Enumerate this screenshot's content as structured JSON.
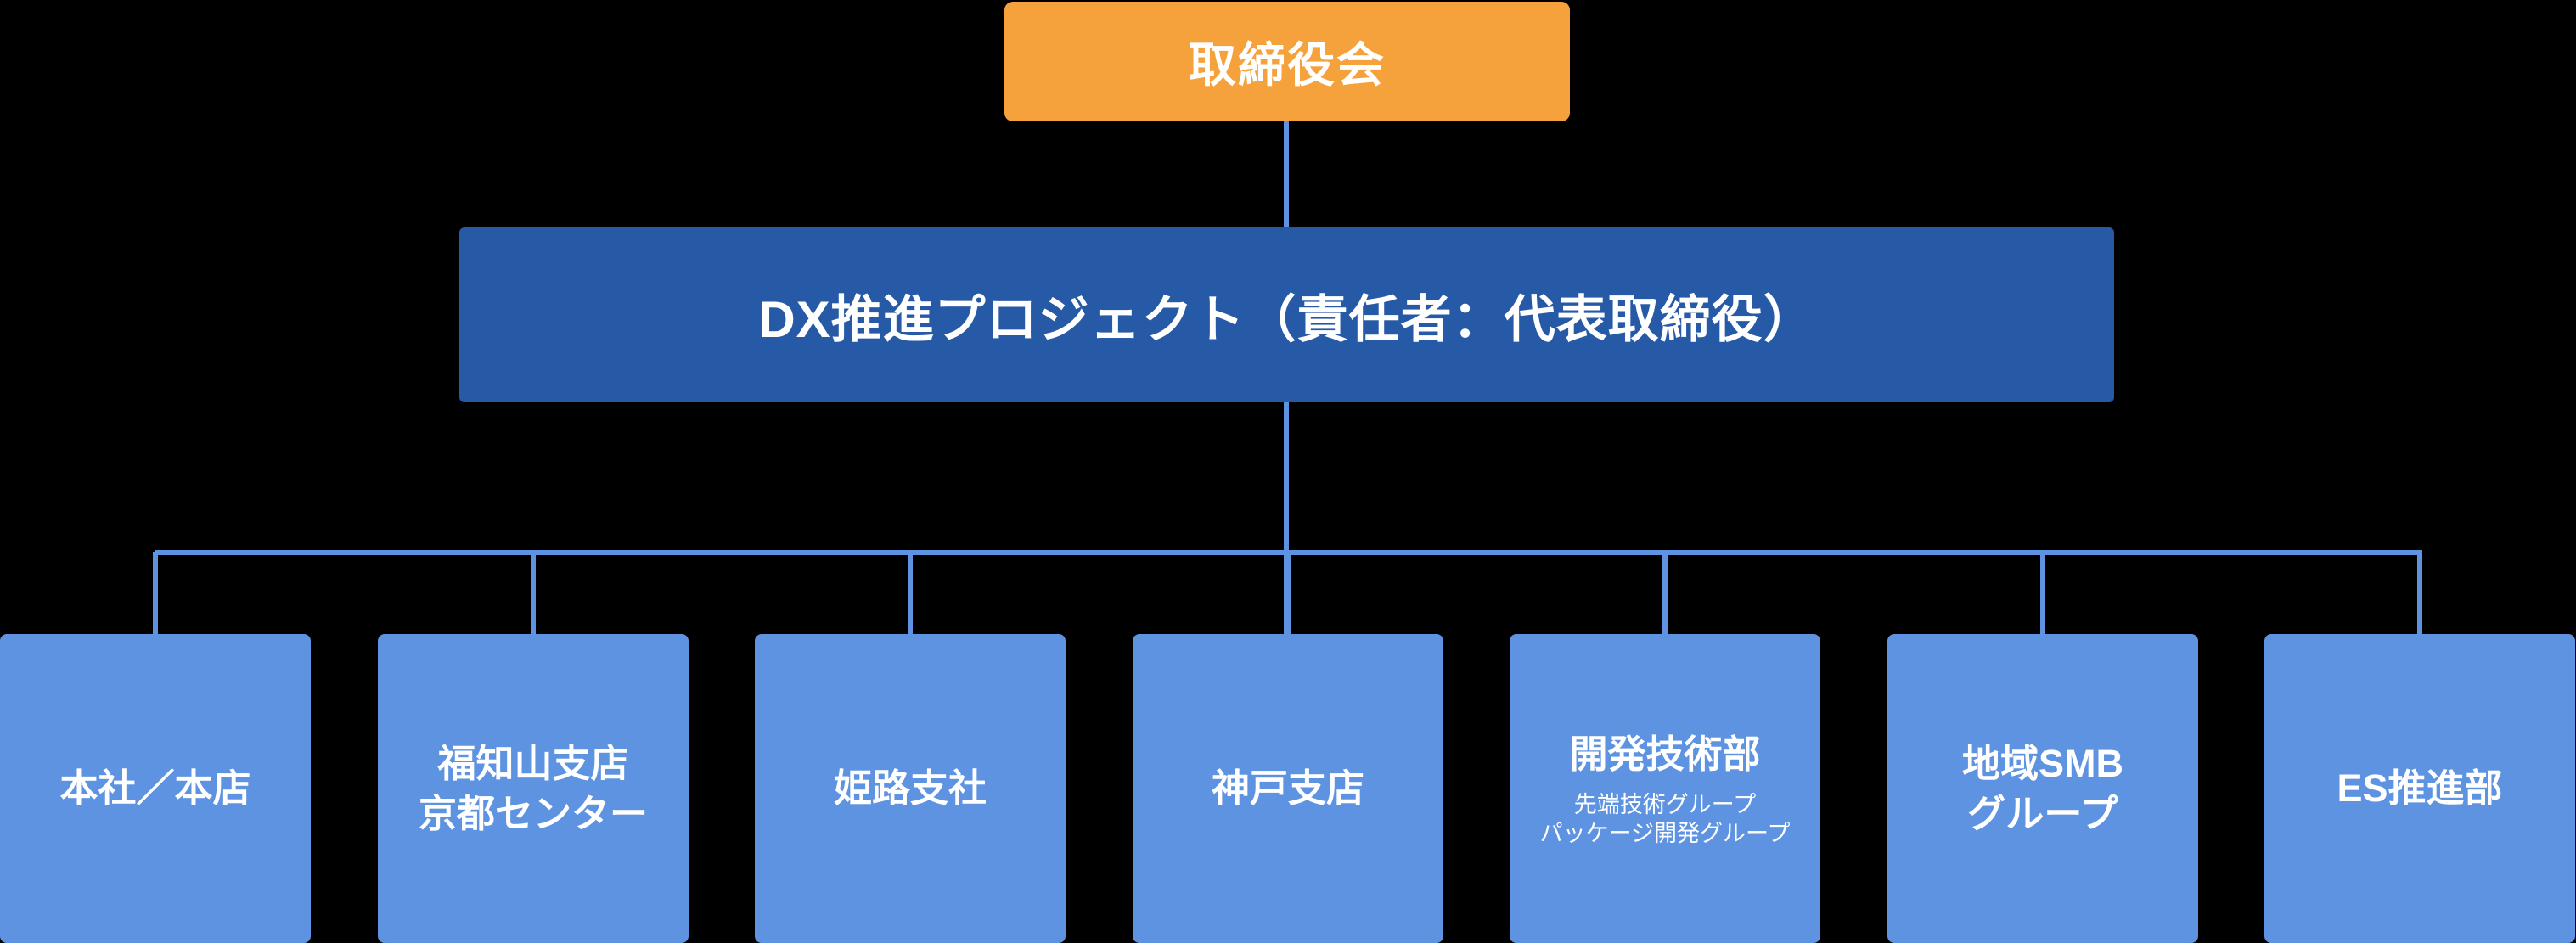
{
  "colors": {
    "background": "#000000",
    "board_box": "#F6A23C",
    "project_box": "#2659A6",
    "department_box": "#5E93E1",
    "connector_line": "#5E93E1",
    "text": "#FFFFFF"
  },
  "org_chart": {
    "type": "organization-chart",
    "board": {
      "label": "取締役会"
    },
    "project": {
      "label": "DX推進プロジェクト（責任者：代表取締役）"
    },
    "departments": [
      {
        "lines": [
          "本社／本店"
        ],
        "sub_groups": []
      },
      {
        "lines": [
          "福知山支店",
          "京都センター"
        ],
        "sub_groups": []
      },
      {
        "lines": [
          "姫路支社"
        ],
        "sub_groups": []
      },
      {
        "lines": [
          "神戸支店"
        ],
        "sub_groups": []
      },
      {
        "lines": [
          "開発技術部"
        ],
        "sub_groups": [
          "先端技術グループ",
          "パッケージ開発グループ"
        ]
      },
      {
        "lines": [
          "地域SMB",
          "グループ"
        ],
        "sub_groups": []
      },
      {
        "lines": [
          "ES推進部"
        ],
        "sub_groups": []
      }
    ]
  }
}
